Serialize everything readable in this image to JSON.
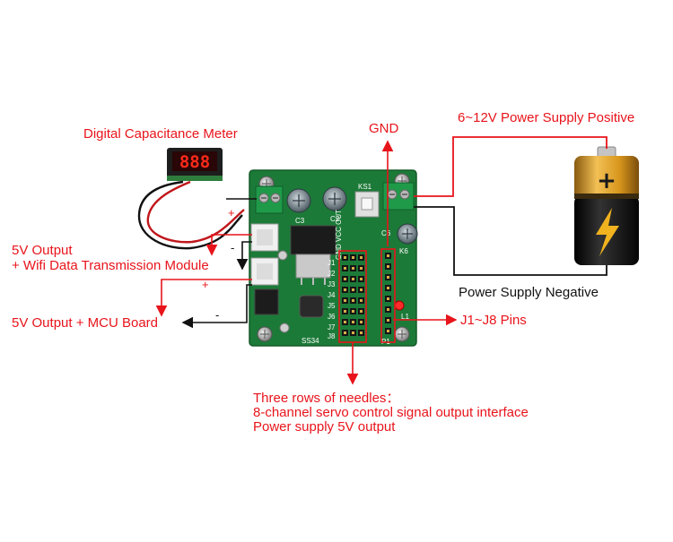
{
  "labels": {
    "meter": "Digital Capacitance Meter",
    "gnd": "GND",
    "supply_positive": "6~12V Power Supply Positive",
    "wifi_line1": "5V Output",
    "wifi_line2": "+ Wifi Data Transmission Module",
    "mcu": "5V Output + MCU Board",
    "supply_negative": "Power Supply Negative",
    "pins": "J1~J8 Pins",
    "needles_line1": "Three rows of needles：",
    "needles_line2": "8-channel servo control signal output interface",
    "needles_line3": "Power supply 5V output"
  },
  "polarity": {
    "plus": "+",
    "minus": "-"
  },
  "meter_display": "888",
  "battery_symbol": "+",
  "pcb": {
    "ks1": "KS1",
    "c3": "C3",
    "c2": "C2",
    "c6": "C6",
    "k6": "K6",
    "gnd_vcc_out": "GND VCC OUT",
    "j1": "J1",
    "j2": "J2",
    "j3": "J3",
    "j4": "J4",
    "j5": "J5",
    "j6": "J6",
    "j7": "J7",
    "j8": "J8",
    "p1": "P1",
    "l1": "L1",
    "ss34": "SS34",
    "pin_numbers": "1 2 3 4 5 6 7 8"
  },
  "colors": {
    "annotation_red": "#e8141b",
    "pcb_green": "#1c7a38",
    "battery_gold": "#d89a1e",
    "battery_black": "#1a1a1a"
  }
}
